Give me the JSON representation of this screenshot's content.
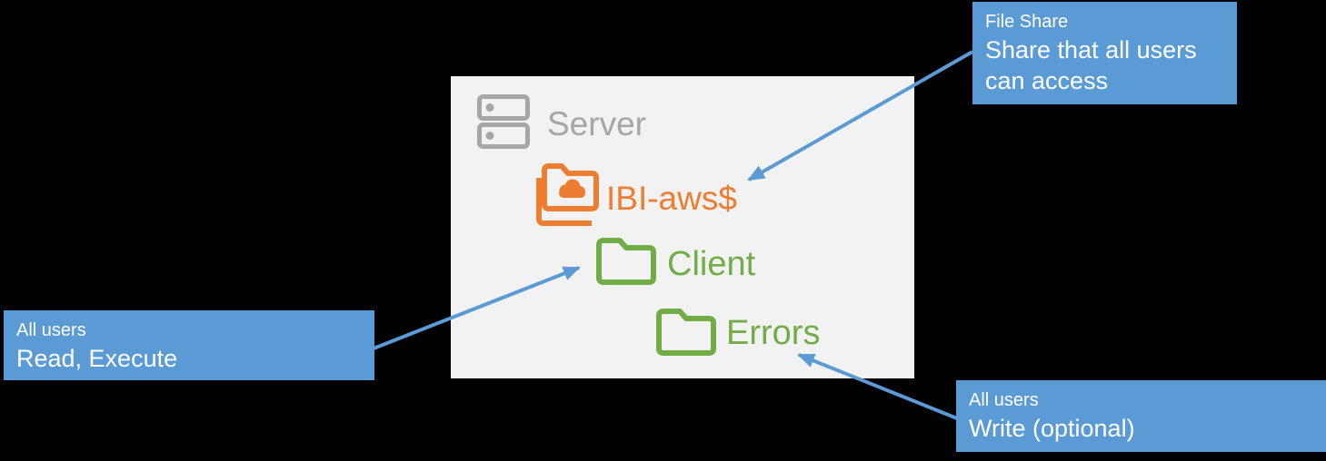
{
  "colors": {
    "page_background": "#000000",
    "panel_background": "#F2F2F2",
    "accent_blue": "#5B9BD5",
    "folder_orange": "#ED7D31",
    "folder_green": "#70AD47",
    "server_gray": "#A6A6A6",
    "callout_text": "#FFFFFF"
  },
  "panel": {
    "server": {
      "label": "Server",
      "icon": "server-icon"
    },
    "items": [
      {
        "label": "IBI-aws$",
        "icon": "shared-cloud-folder-icon",
        "color": "#ED7D31",
        "indent_level": 1
      },
      {
        "label": "Client",
        "icon": "folder-icon",
        "color": "#70AD47",
        "indent_level": 2
      },
      {
        "label": "Errors",
        "icon": "folder-icon",
        "color": "#70AD47",
        "indent_level": 3
      }
    ]
  },
  "callouts": {
    "file_share": {
      "title": "File Share",
      "body": "Share that all users can access",
      "points_to": "IBI-aws$"
    },
    "read_execute": {
      "title": "All users",
      "body": "Read, Execute",
      "points_to": "Client"
    },
    "write_optional": {
      "title": "All users",
      "body": "Write (optional)",
      "points_to": "Errors"
    }
  }
}
